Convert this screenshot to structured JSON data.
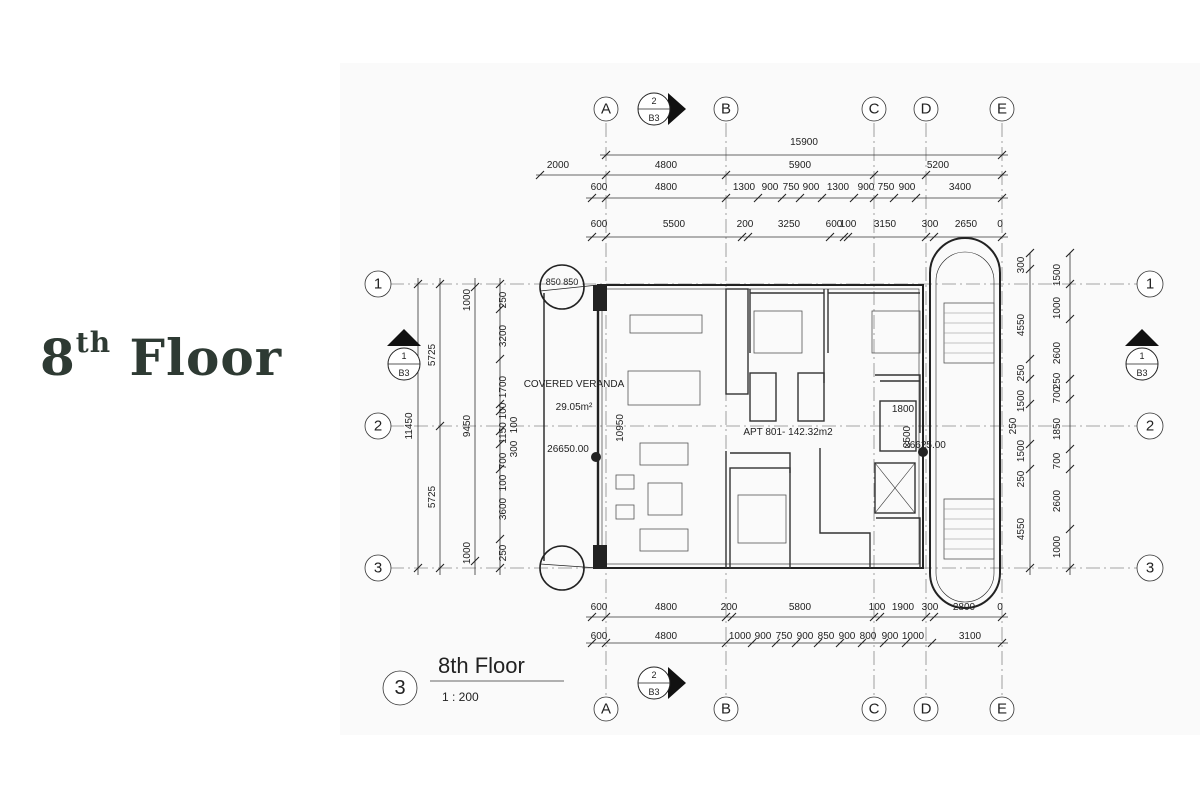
{
  "slide_title": {
    "main": "8",
    "sup": "th",
    "rest": "Floor"
  },
  "grid": {
    "columns": [
      "A",
      "B",
      "C",
      "D",
      "E"
    ],
    "rows": [
      "1",
      "2",
      "3"
    ]
  },
  "sections": {
    "number": "2",
    "sheet": "B3",
    "side_number": "1"
  },
  "dims_top": {
    "overall": "15900",
    "row2": [
      "2000",
      "4800",
      "5900",
      "5200"
    ],
    "row3": [
      "600",
      "4800",
      "1300",
      "900",
      "750",
      "900",
      "1300",
      "900",
      "750",
      "900",
      "3400"
    ],
    "row4": [
      "600",
      "5500",
      "200",
      "3250",
      "600",
      "100",
      "3150",
      "300",
      "2650",
      "0"
    ]
  },
  "dims_bottom": {
    "row1": [
      "600",
      "4800",
      "200",
      "5800",
      "100",
      "1900",
      "300",
      "2800",
      "0"
    ],
    "row2": [
      "600",
      "4800",
      "1000",
      "900",
      "750",
      "900",
      "850",
      "900",
      "800",
      "900",
      "1000",
      "3100"
    ]
  },
  "dims_left": {
    "overall": "11450",
    "mid": [
      "5725",
      "5725"
    ],
    "inner": "9450",
    "detail": [
      "1000",
      "3200",
      "1700",
      "100",
      "700",
      "3600",
      "1000"
    ],
    "detail2": [
      "250",
      "100",
      "1150",
      "300",
      "100",
      "250"
    ],
    "veranda": "10950"
  },
  "dims_right": {
    "outer": [
      "1500",
      "1000",
      "2600",
      "700",
      "1850",
      "700",
      "2600",
      "1000"
    ],
    "inner": [
      "300",
      "4550",
      "250",
      "1500",
      "250",
      "1500",
      "250",
      "4550"
    ],
    "extra": [
      "250"
    ]
  },
  "rooms": {
    "veranda_name": "COVERED VERANDA",
    "veranda_area": "29.05m²",
    "apt_label": "APT 801- 142.32m2",
    "level_left": "26650.00",
    "level_right": "26625.00",
    "dim_1800": "1800",
    "dim_2500": "2500",
    "round_dims": "850 850"
  },
  "view": {
    "number": "3",
    "title": "8th Floor",
    "scale": "1 : 200"
  }
}
